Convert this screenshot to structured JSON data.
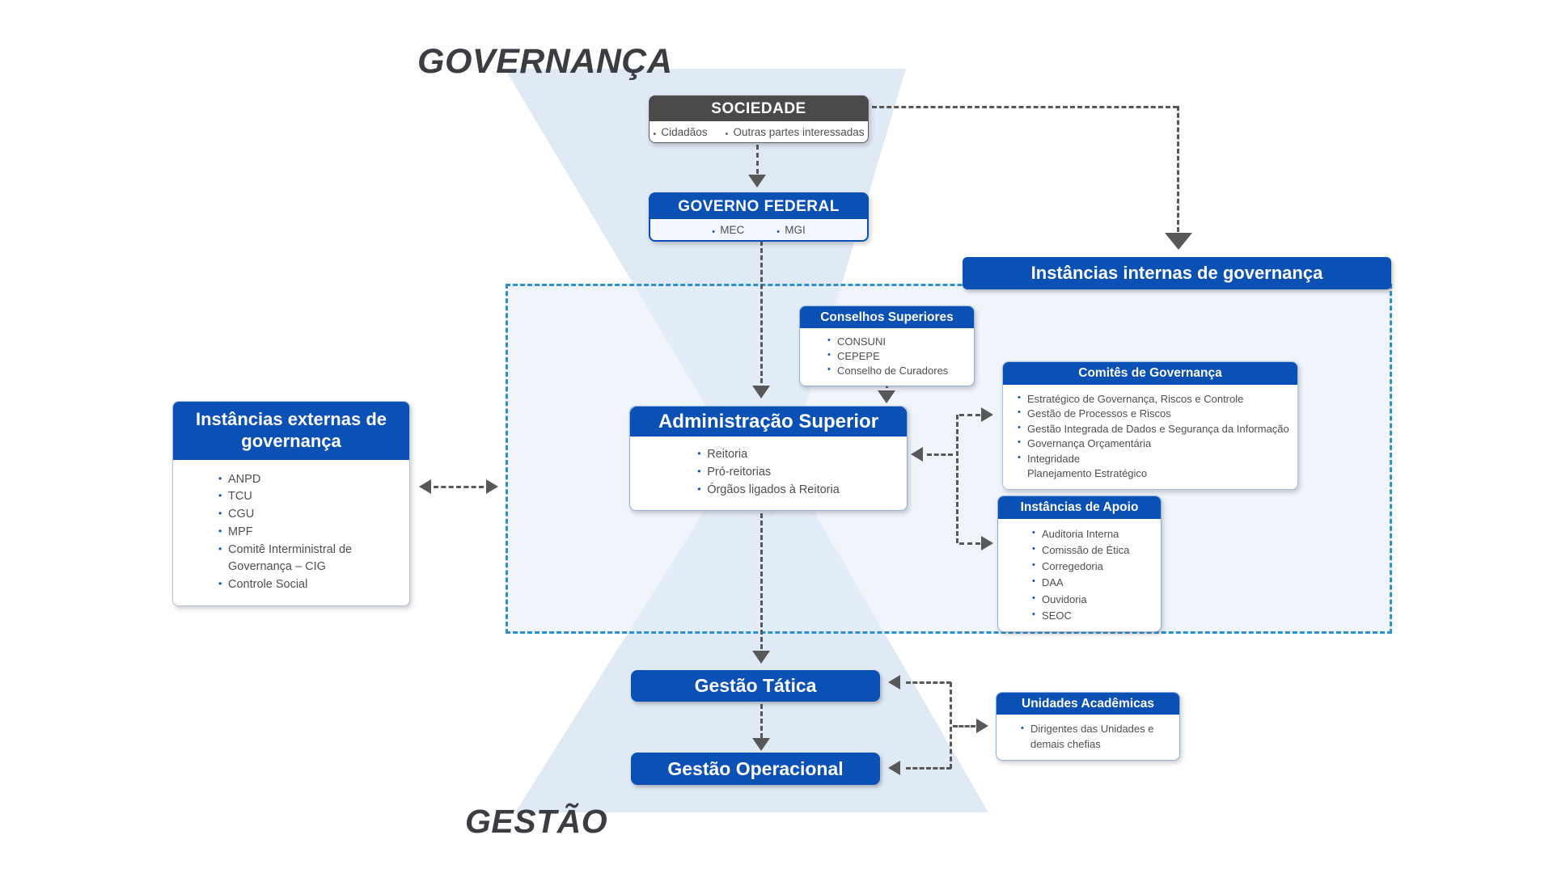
{
  "titles": {
    "governanca": "GOVERNANÇA",
    "gestao": "GESTÃO"
  },
  "banners": {
    "internas": "Instâncias internas de governança"
  },
  "sociedade": {
    "title": "SOCIEDADE",
    "items": [
      "Cidadãos",
      "Outras partes interessadas"
    ]
  },
  "governo_federal": {
    "title": "GOVERNO FEDERAL",
    "items": [
      "MEC",
      "MGI"
    ]
  },
  "conselhos_superiores": {
    "title": "Conselhos Superiores",
    "items": [
      "CONSUNI",
      "CEPEPE",
      "Conselho de Curadores"
    ]
  },
  "comites_governanca": {
    "title": "Comitês de Governança",
    "items": [
      "Estratégico de Governança, Riscos e Controle",
      "Gestão de Processos e Riscos",
      "Gestão Integrada de Dados e Segurança da Informação",
      "Governança Orçamentária",
      "Integridade",
      "Planejamento Estratégico"
    ]
  },
  "administracao_superior": {
    "title": "Administração Superior",
    "items": [
      "Reitoria",
      "Pró-reitorias",
      "Órgãos ligados à Reitoria"
    ]
  },
  "instancias_apoio": {
    "title": "Instâncias de Apoio",
    "items": [
      "Auditoria Interna",
      "Comissão de Ética",
      "Corregedoria",
      "DAA",
      "Ouvidoria",
      "SEOC"
    ]
  },
  "instancias_externas": {
    "title": "Instâncias externas de governança",
    "items": [
      "ANPD",
      "TCU",
      "CGU",
      "MPF",
      "Comitê Interministral de Governança – CIG",
      "Controle Social"
    ]
  },
  "gestao_tatica": {
    "title": "Gestão Tática"
  },
  "gestao_operacional": {
    "title": "Gestão Operacional"
  },
  "unidades_academicas": {
    "title": "Unidades Acadêmicas",
    "items": [
      "Dirigentes das Unidades e demais chefias"
    ]
  },
  "colors": {
    "primary_blue": "#0a50b5",
    "header_dark_gray": "#4a4a4a",
    "dashed_border_blue": "#2d8fcb",
    "arrow_gray": "#585858",
    "triangle_light_blue": "#dce6f2"
  }
}
